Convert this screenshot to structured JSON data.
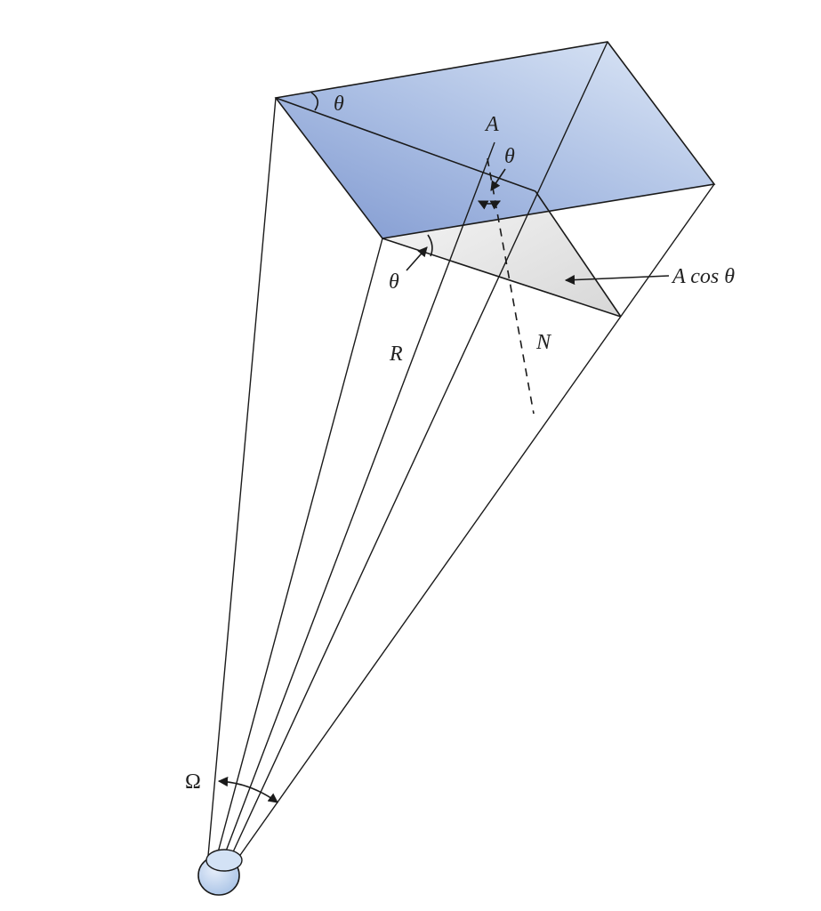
{
  "labels": {
    "area": "A",
    "theta_top_left": "θ",
    "theta_normal": "θ",
    "theta_projected": "θ",
    "projected_area": "A cos θ",
    "distance": "R",
    "normal": "N",
    "solid_angle": "Ω"
  },
  "colors": {
    "surface_light": "#d6e3f5",
    "surface_dark": "#7e97cf",
    "projection_fill": "#e9e9e9",
    "eye_fill": "#c5d9f2",
    "line": "#1a1a1a"
  }
}
